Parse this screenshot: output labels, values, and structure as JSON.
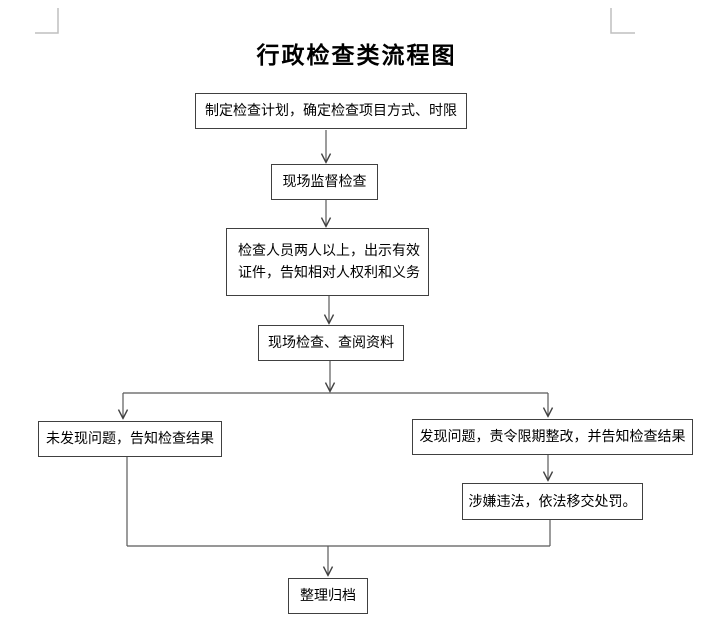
{
  "page": {
    "title": "行政检查类流程图"
  },
  "flowchart": {
    "nodes": {
      "plan": {
        "label": "制定检查计划，确定检查项目方式、时限"
      },
      "onsite_supervision": {
        "label": "现场监督检查"
      },
      "inspectors": {
        "line1": "检查人员两人以上，出示有效",
        "line2": "证件，告知相对人权利和义务"
      },
      "onsite_check": {
        "label": "现场检查、查阅资料"
      },
      "no_problem": {
        "label": "未发现问题，告知检查结果"
      },
      "problem_found": {
        "label": "发现问题，责令限期整改，并告知检查结果"
      },
      "illegal_transfer": {
        "label": "涉嫌违法，依法移交处罚。"
      },
      "archive": {
        "label": "整理归档"
      }
    },
    "colors": {
      "connector_line": "#595959",
      "arrowhead": "#404040",
      "box_border": "#404040",
      "text": "#000000",
      "margin_mark": "#bfbfbf",
      "background": "#ffffff"
    }
  }
}
